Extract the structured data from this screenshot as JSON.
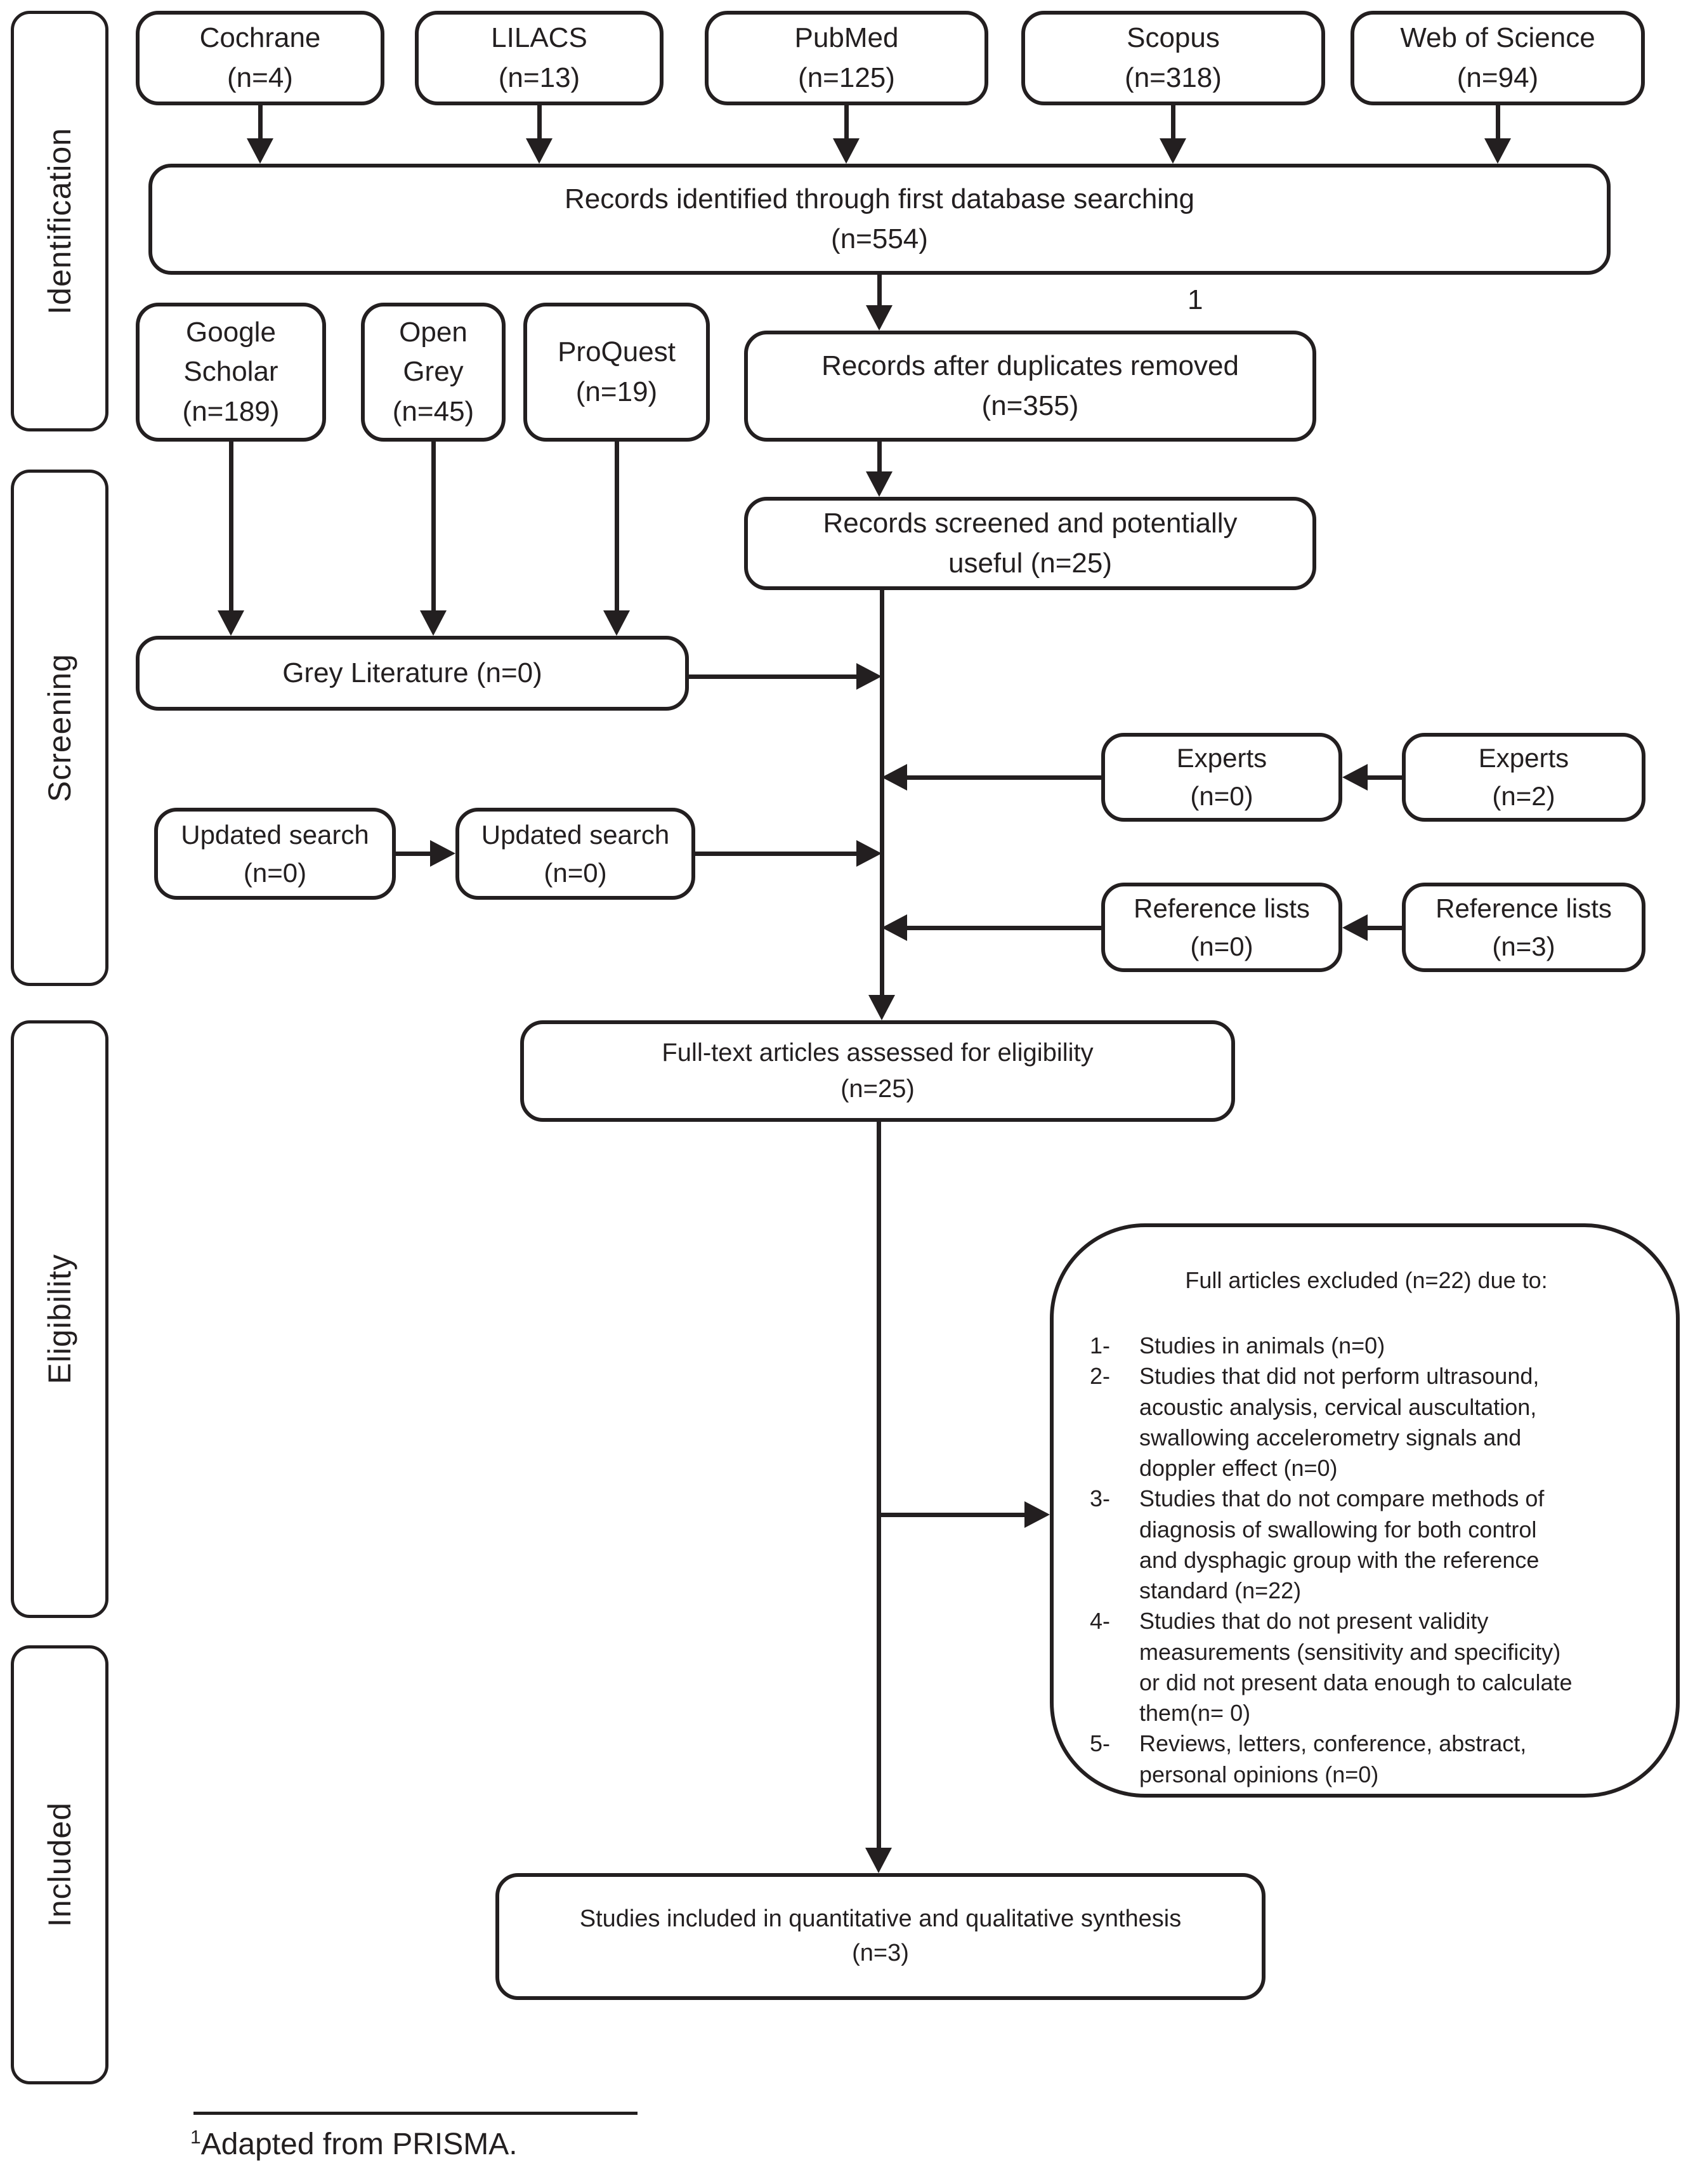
{
  "sidebar": {
    "identification": "Identification",
    "screening": "Screening",
    "eligibility": "Eligibility",
    "included": "Included"
  },
  "boxes": {
    "cochrane": "Cochrane\n(n=4)",
    "lilacs": "LILACS\n(n=13)",
    "pubmed": "PubMed\n(n=125)",
    "scopus": "Scopus\n(n=318)",
    "web_of_science": "Web of Science\n(n=94)",
    "records_identified": "Records identified through first database searching\n(n=554)",
    "google_scholar": "Google\nScholar\n(n=189)",
    "open_grey": "Open\nGrey\n(n=45)",
    "proquest": "ProQuest\n(n=19)",
    "duplicates_removed": "Records after duplicates removed\n(n=355)",
    "records_screened": "Records screened and potentially\nuseful (n=25)",
    "grey_literature": "Grey Literature (n=0)",
    "experts_inner": "Experts\n(n=0)",
    "experts_outer": "Experts\n(n=2)",
    "updated_search_left": "Updated search\n(n=0)",
    "updated_search_right": "Updated search\n(n=0)",
    "reference_lists_inner": "Reference lists\n(n=0)",
    "reference_lists_outer": "Reference lists\n(n=3)",
    "fulltext_assessed": "Full-text articles assessed for eligibility\n(n=25)",
    "studies_included": "Studies included in quantitative and qualitative synthesis\n(n=3)"
  },
  "excluded": {
    "title": "Full articles excluded (n=22) due to:",
    "items": [
      {
        "num": "1-",
        "text": "Studies in animals (n=0)"
      },
      {
        "num": "2-",
        "text": "Studies that did not perform ultrasound,\nacoustic analysis, cervical auscultation,\nswallowing accelerometry signals and\ndoppler effect (n=0)"
      },
      {
        "num": "3-",
        "text": "Studies that do not compare methods of\ndiagnosis of swallowing for both control\nand dysphagic group with the reference\nstandard (n=22)"
      },
      {
        "num": "4-",
        "text": "Studies that do not present validity\nmeasurements (sensitivity and specificity)\nor did not present data enough to calculate\nthem(n= 0)"
      },
      {
        "num": "5-",
        "text": "Reviews, letters, conference, abstract,\npersonal opinions (n=0)"
      }
    ]
  },
  "annotations": {
    "duplicates_superscript": "1"
  },
  "footnote": {
    "sup": "1",
    "text": "Adapted from PRISMA."
  },
  "colors": {
    "ink": "#231f20",
    "background": "#ffffff"
  }
}
